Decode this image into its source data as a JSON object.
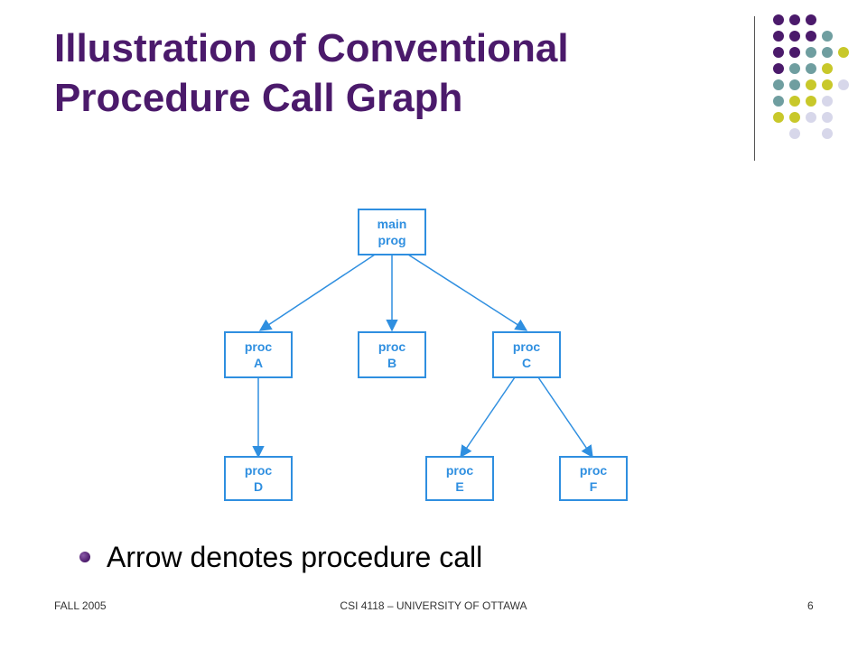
{
  "slide": {
    "title_line1": "Illustration of Conventional",
    "title_line2": "Procedure Call Graph",
    "bullet": "Arrow denotes procedure call"
  },
  "footer": {
    "left": "FALL 2005",
    "center": "CSI 4118 – UNIVERSITY OF OTTAWA",
    "right": "6"
  },
  "colors": {
    "title": "#4b1a6b",
    "diagram": "#2f8fe0",
    "dot_purple": "#4b1a6b",
    "dot_teal": "#6f9ea0",
    "dot_yellow": "#c8c82a",
    "dot_lavender": "#d7d7ea"
  },
  "diagram": {
    "nodes": [
      {
        "id": "main",
        "line1": "main",
        "line2": "prog"
      },
      {
        "id": "A",
        "line1": "proc",
        "line2": "A"
      },
      {
        "id": "B",
        "line1": "proc",
        "line2": "B"
      },
      {
        "id": "C",
        "line1": "proc",
        "line2": "C"
      },
      {
        "id": "D",
        "line1": "proc",
        "line2": "D"
      },
      {
        "id": "E",
        "line1": "proc",
        "line2": "E"
      },
      {
        "id": "F",
        "line1": "proc",
        "line2": "F"
      }
    ],
    "edges": [
      {
        "from": "main",
        "to": "A"
      },
      {
        "from": "main",
        "to": "B"
      },
      {
        "from": "main",
        "to": "C"
      },
      {
        "from": "A",
        "to": "D"
      },
      {
        "from": "C",
        "to": "E"
      },
      {
        "from": "C",
        "to": "F"
      }
    ]
  }
}
